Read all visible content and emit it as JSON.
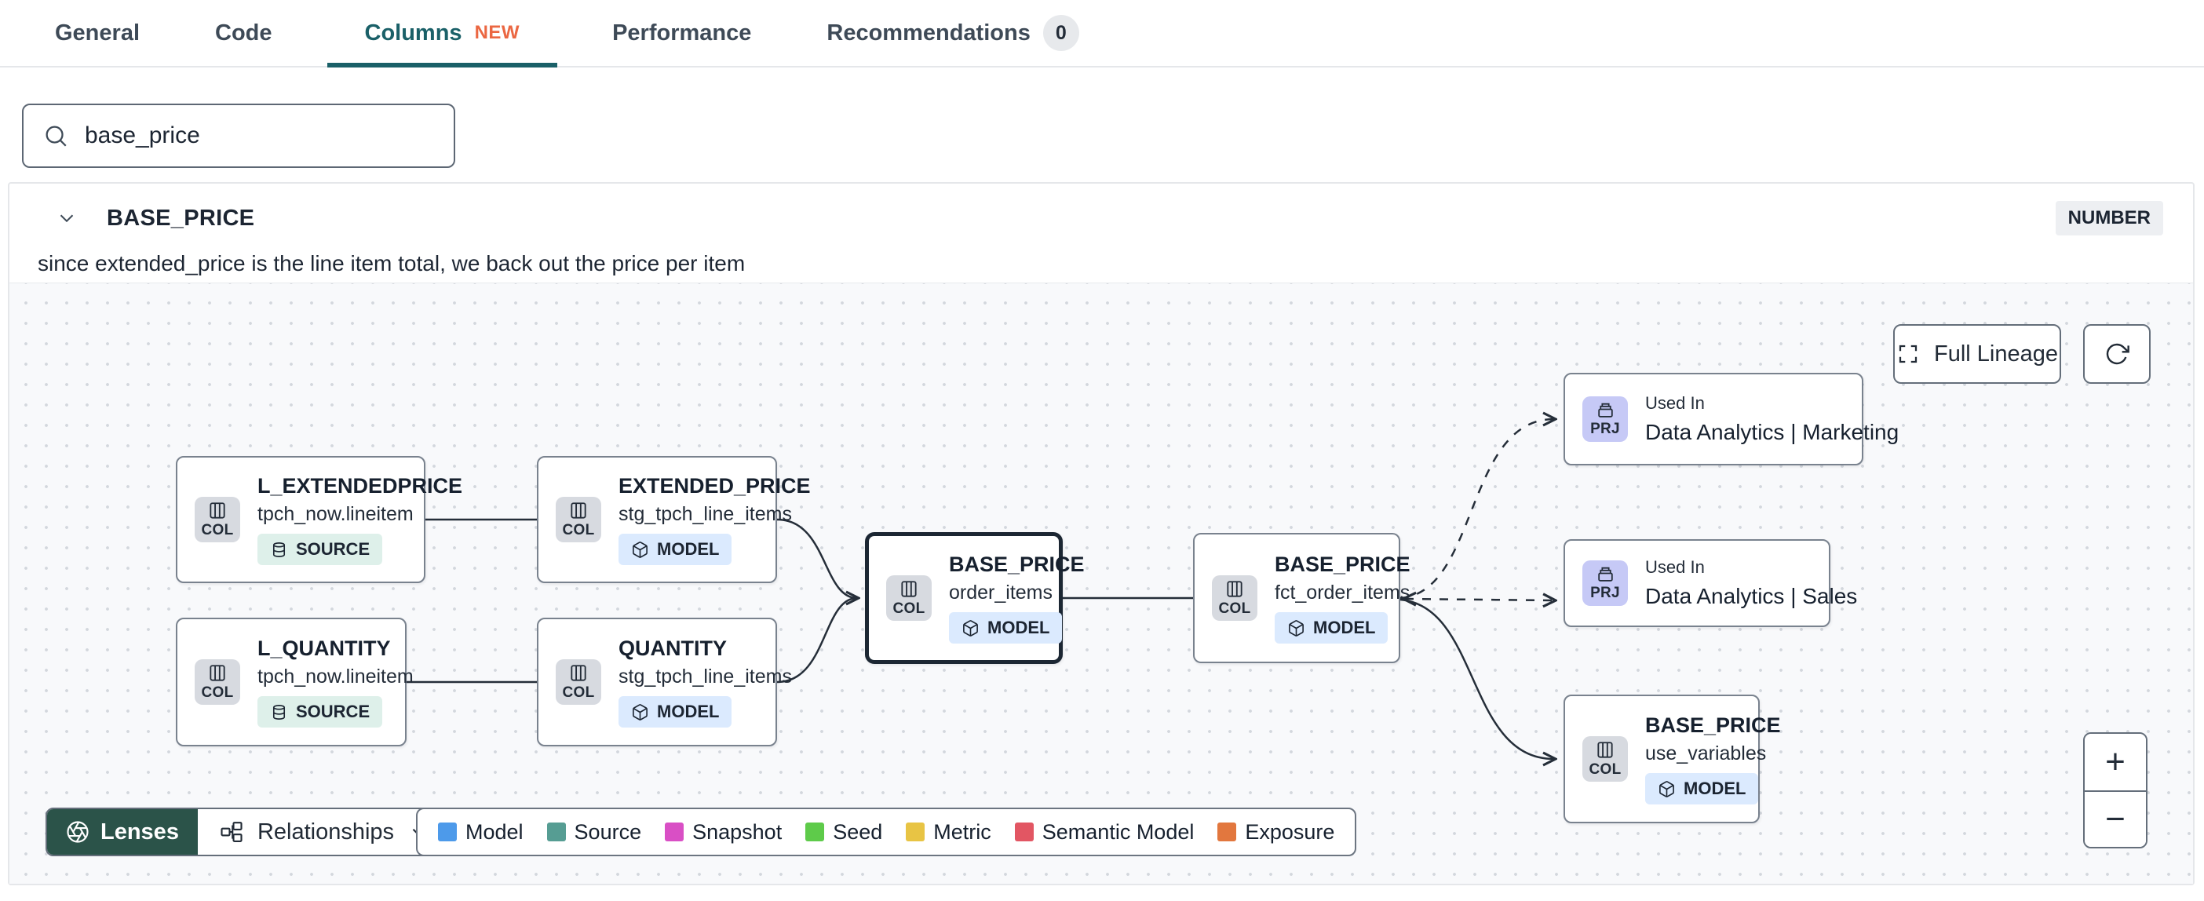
{
  "tabs": {
    "items": [
      {
        "label": "General"
      },
      {
        "label": "Code"
      },
      {
        "label": "Columns",
        "badge": "NEW"
      },
      {
        "label": "Performance"
      },
      {
        "label": "Recommendations",
        "count": "0"
      }
    ]
  },
  "search": {
    "value": "base_price"
  },
  "column": {
    "name": "BASE_PRICE",
    "type": "NUMBER",
    "description": "since extended_price is the line item total, we back out the price per item"
  },
  "lineage": {
    "full_lineage_label": "Full Lineage",
    "lenses_label": "Lenses",
    "relationships_label": "Relationships",
    "zoom_in": "+",
    "zoom_out": "−",
    "legend": [
      {
        "label": "Model",
        "color": "#4d9aea"
      },
      {
        "label": "Source",
        "color": "#569d93"
      },
      {
        "label": "Snapshot",
        "color": "#d94fc5"
      },
      {
        "label": "Seed",
        "color": "#5ecb4a"
      },
      {
        "label": "Metric",
        "color": "#e8c444"
      },
      {
        "label": "Semantic Model",
        "color": "#e25663"
      },
      {
        "label": "Exposure",
        "color": "#e2773e"
      }
    ],
    "nodes": [
      {
        "badge": "COL",
        "title": "L_EXTENDEDPRICE",
        "subtitle": "tpch_now.lineitem",
        "pill": "SOURCE"
      },
      {
        "badge": "COL",
        "title": "EXTENDED_PRICE",
        "subtitle": "stg_tpch_line_items",
        "pill": "MODEL"
      },
      {
        "badge": "COL",
        "title": "L_QUANTITY",
        "subtitle": "tpch_now.lineitem",
        "pill": "SOURCE"
      },
      {
        "badge": "COL",
        "title": "QUANTITY",
        "subtitle": "stg_tpch_line_items",
        "pill": "MODEL"
      },
      {
        "badge": "COL",
        "title": "BASE_PRICE",
        "subtitle": "order_items",
        "pill": "MODEL"
      },
      {
        "badge": "COL",
        "title": "BASE_PRICE",
        "subtitle": "fct_order_items",
        "pill": "MODEL"
      },
      {
        "badge": "PRJ",
        "kicker": "Used In",
        "title": "Data Analytics | Marketing"
      },
      {
        "badge": "PRJ",
        "kicker": "Used In",
        "title": "Data Analytics | Sales"
      },
      {
        "badge": "COL",
        "title": "BASE_PRICE",
        "subtitle": "use_variables",
        "pill": "MODEL"
      }
    ],
    "colors": {
      "accent_teal": "#1a6068",
      "new_badge": "#eb6742",
      "selected_border": "#1c2733",
      "model_pill_bg": "#dbeafe",
      "source_pill_bg": "#def0ea",
      "col_badge_bg": "#d7dae0",
      "prj_badge_bg": "#c6c9f6",
      "lenses_bg": "#2b5349"
    }
  }
}
